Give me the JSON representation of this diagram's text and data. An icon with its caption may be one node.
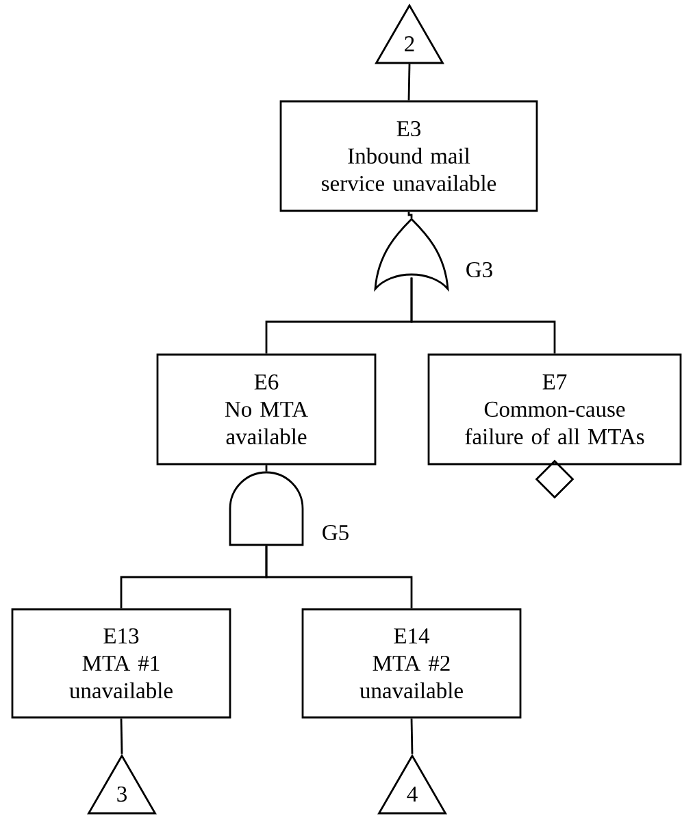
{
  "diagram": {
    "nodes": [
      {
        "text": [
          "2"
        ]
      },
      {
        "text": [
          "E3",
          "Inbound mail service unavailable"
        ]
      },
      {
        "text": [],
        "shape": "or-gate",
        "beside": [
          "G3"
        ]
      },
      {
        "text": [
          "E6",
          "No MTA available"
        ]
      },
      {
        "text": [
          "E7",
          "Common-cause failure of all MTAs"
        ]
      },
      {
        "text": [],
        "shape": "diamond"
      },
      {
        "text": [],
        "shape": "and-gate",
        "beside": [
          "G5"
        ]
      },
      {
        "text": [
          "E13",
          "MTA #1 unavailable"
        ]
      },
      {
        "text": [
          "E14",
          "MTA #2 unavailable"
        ]
      },
      {
        "text": [
          "3"
        ]
      },
      {
        "text": [
          "4"
        ]
      }
    ],
    "edges": [
      {
        "from": 1,
        "to": 0,
        "arrow": "none"
      },
      {
        "from": 2,
        "to": 1,
        "arrow": "none"
      },
      {
        "from": 3,
        "to": 2,
        "arrow": "none"
      },
      {
        "from": 4,
        "to": 2,
        "arrow": "none"
      },
      {
        "from": 6,
        "to": 3,
        "arrow": "none"
      },
      {
        "from": 7,
        "to": 6,
        "arrow": "none"
      },
      {
        "from": 8,
        "to": 6,
        "arrow": "none"
      },
      {
        "from": 7,
        "to": 9,
        "arrow": "none"
      },
      {
        "from": 8,
        "to": 10,
        "arrow": "none"
      }
    ]
  }
}
